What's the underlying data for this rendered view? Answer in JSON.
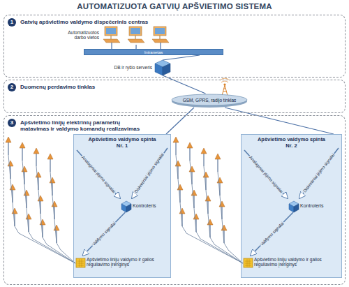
{
  "diagram": {
    "title": "AUTOMATIZUOTA GATVIŲ APŠVIETIMO SISTEMA",
    "nodes": [
      {
        "text": [
          "1",
          "Gatvių apšvietimo valdymo dispečerinis centras"
        ]
      },
      {
        "text": [
          "Automatizuotos darbo vietos"
        ],
        "in": 0
      },
      {
        "text": [
          "Intranetas"
        ],
        "in": 0
      },
      {
        "text": [
          "DB ir ryšio serveris"
        ],
        "in": 0
      },
      {
        "text": [
          "2",
          "Duomenų perdavimo tinklas"
        ]
      },
      {
        "text": [
          "GSM, GPRS, radijo tinklas"
        ],
        "in": 4
      },
      {
        "text": [
          "3",
          "Apšvietimo linijų elektrinių parametrų matavimas ir valdymo komandų realizavimas"
        ]
      },
      {
        "text": [
          "Apšvietimo valdymo spinta Nr. 1"
        ],
        "in": 6
      },
      {
        "text": [
          "Kontroleris"
        ],
        "in": 7
      },
      {
        "text": [
          "Apšvietimo linijų valdymo ir galios reguliavimo įrenginys"
        ],
        "in": 7
      },
      {
        "text": [
          "Apšvietimo valdymo spinta Nr. 2"
        ],
        "in": 6
      },
      {
        "text": [
          "Kontroleris"
        ],
        "in": 10
      },
      {
        "text": [
          "Apšvietimo linijų valdymo ir galios reguliavimo įrenginys"
        ],
        "in": 10
      }
    ],
    "edges": [
      {
        "from": 1,
        "to": 2,
        "arrow": "none"
      },
      {
        "from": 2,
        "to": 3,
        "arrow": "none"
      },
      {
        "from": 3,
        "to": 5,
        "arrow": "none"
      },
      {
        "from": 5,
        "to": 7,
        "arrow": "none"
      },
      {
        "from": 5,
        "to": 10,
        "arrow": "none"
      },
      {
        "from": 8,
        "to": 9,
        "label": "Valdymo signalai",
        "arrow": "to"
      },
      {
        "from": 11,
        "to": 12,
        "label": "Valdymo signalai",
        "arrow": "to"
      }
    ],
    "labels": [
      "Analoginiai įėjimo signalai",
      "Diskretiniai įėjimo signalai",
      "Analoginiai įėjimo signalai",
      "Diskretiniai įėjimo signalai"
    ]
  }
}
